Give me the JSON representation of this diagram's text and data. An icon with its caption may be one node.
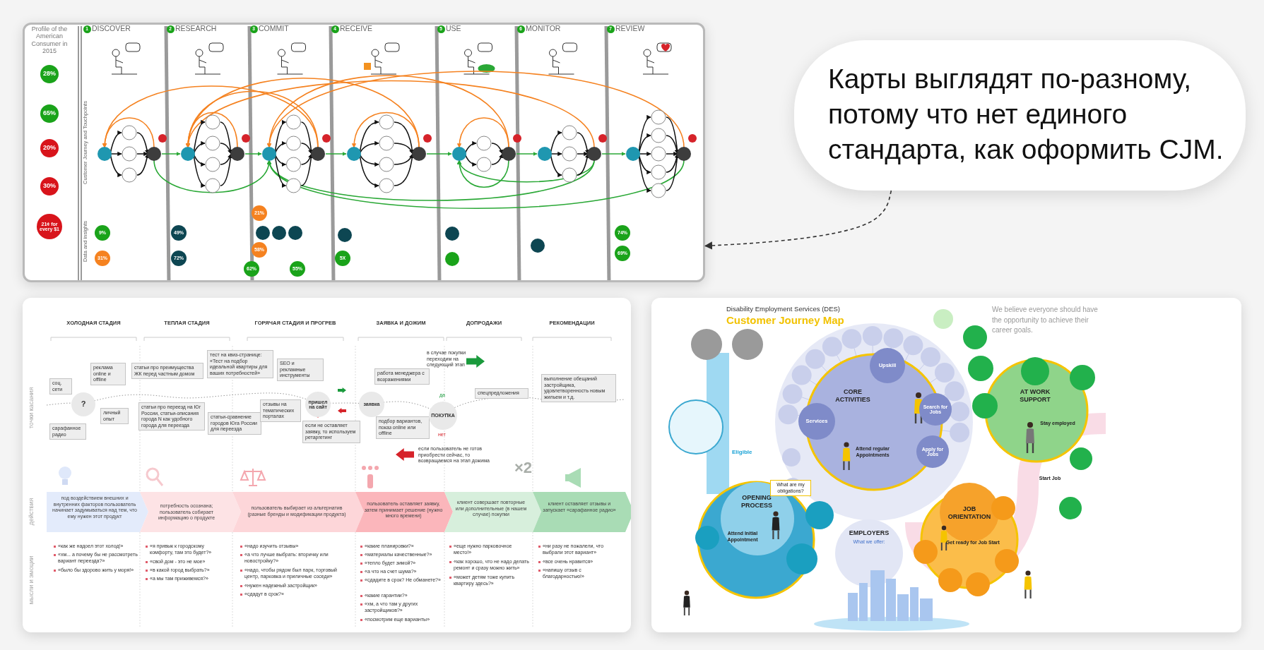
{
  "diagram": {
    "nodes": [
      {
        "text": [
          "Карты выглядят по-разному, потому что нет единого стандарта, как оформить CJM."
        ]
      },
      {
        "text": [],
        "shape": "picture"
      },
      {
        "text": [],
        "shape": "picture"
      },
      {
        "text": [],
        "shape": "picture"
      }
    ],
    "edges": [
      {
        "from": 0,
        "to": 1,
        "arrow": "to",
        "style": "dashed"
      }
    ],
    "labels": [
      "Profile of the American Consumer in 2015",
      "28%",
      "65%",
      "20%",
      "30%",
      "21¢ for every $1",
      "1",
      "DISCOVER",
      "2",
      "RESEARCH",
      "3",
      "COMMIT",
      "4",
      "RECEIVE",
      "5",
      "USE",
      "6",
      "MONITOR",
      "7",
      "REVIEW",
      "Customer Journey and Touchpoints",
      "Data and insights",
      "9%",
      "31%",
      "49%",
      "72%",
      "21%",
      "58%",
      "62%",
      "55%",
      "5X",
      "74%",
      "69%",
      "ХОЛОДНАЯ СТАДИЯ",
      "ТЕПЛАЯ СТАДИЯ",
      "ГОРЯЧАЯ СТАДИЯ И ПРОГРЕВ",
      "ЗАЯВКА И ДОЖИМ",
      "ДОПРОДАЖИ",
      "РЕКОМЕНДАЦИИ",
      "точки касания",
      "соц. сети",
      "реклама online и offline",
      "?",
      "личный опыт",
      "сарафанное радио",
      "статьи про преимущества ЖК перед частным домом",
      "статьи про переезд на Юг России, статьи-описания города N как удобного города для переезда",
      "тест на квиз-странице: «Тест на подбор идеальной квартиры для ваших потребностей»",
      "статьи-сравнение городов Юга России для переезда",
      "SEO и рекламные инструменты",
      "отзывы на тематических порталах",
      "пришел на сайт",
      "если не оставляет заявку, то используем ретаргетинг",
      "заявка",
      "работа менеджера с возражениями",
      "подбор вариантов, показ online или offline",
      "в случае покупки переходим на следующий этап",
      "да",
      "ПОКУПКА",
      "нет",
      "спецпредложения",
      "выполнение обещаний застройщика, удовлетворенность новым жильем и т.д.",
      "если пользователь не готов приобрести сейчас, то возвращаемся на этап дожима",
      "×2",
      "действия",
      "под воздействием внешних и внутренних факторов пользователь начинает задумываться над тем, что ему нужен этот продукт",
      "потребность осознана; пользователь собирает информацию о продукте",
      "пользователь выбирает из альтернатив (разные бренды и модификации продукта)",
      "пользователь оставляет заявку, затем принимает решение (нужно много времени)",
      "клиент совершает повторные или дополнительные (в нашем случае) покупки",
      "клиент оставляет отзывы и запускает «сарафанное радио»",
      "мысли и эмоции",
      "«как же надоел этот холод!»",
      "«хм... а почему бы не рассмотреть вариант переезда?»",
      "«было бы здорово жить у моря!»",
      "«я привык к городскому комфорту, там это будет?»",
      "«свой дом - это не мое»",
      "«в какой город выбрать?»",
      "«а мы там приживемся?»",
      "«надо изучить отзывы»",
      "«а что лучше выбрать: вторичку или новостройку?»",
      "«надо, чтобы рядом был парк, торговый центр, парковка и приличные соседи»",
      "«нужен надежный застройщик»",
      "«сдадут в срок?»",
      "«какие планировки?»",
      "«материалы качественные?»",
      "«тепло будет зимой?»",
      "«а что на счет шума?»",
      "«сдадите в срок? Не обманете?»",
      "«какие гарантии?»",
      "«хм, а что там у других застройщиков?»",
      "«посмотрим еще варианты»",
      "«еще нужно парковочное место!»",
      "«как хорошо, что не надо делать ремонт и сразу можно жить»",
      "«может детям тоже купить квартиру здесь?»",
      "«ни разу не пожалели, что выбрали этот вариант»",
      "«все очень нравится»",
      "«напишу отзыв с благодарностью!»",
      "Disability Employment Services (DES)",
      "Customer Journey Map",
      "We believe everyone should have the opportunity to achieve their career goals.",
      "CORE ACTIVITIES",
      "Services",
      "Upskill",
      "Search for Jobs",
      "Attend regular Appointments",
      "Apply for Jobs",
      "AT WORK SUPPORT",
      "Stay employed",
      "OPENING PROCESS",
      "What are my obligations?",
      "Attend Initial Appointment",
      "Eligible",
      "JOB ORIENTATION",
      "Get ready for Job Start",
      "EMPLOYERS",
      "What we offer:",
      "Start Job"
    ]
  }
}
